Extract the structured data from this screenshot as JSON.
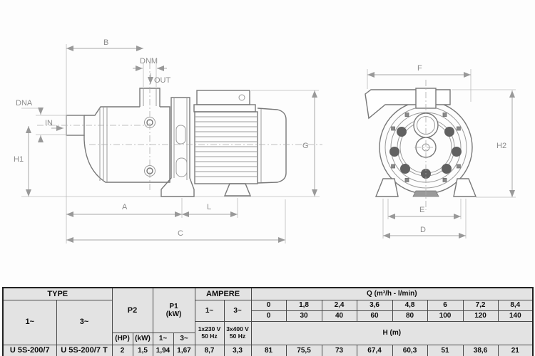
{
  "diagram": {
    "side_labels": {
      "b": "B",
      "dnm": "DNM",
      "out": "OUT",
      "dna": "DNA",
      "in": "IN",
      "h1": "H1",
      "a": "A",
      "l": "L",
      "c": "C",
      "g": "G"
    },
    "front_labels": {
      "f": "F",
      "h2": "H2",
      "e": "E",
      "d": "D"
    }
  },
  "table": {
    "type_header": "TYPE",
    "col_1ph": "1~",
    "col_3ph": "3~",
    "p2_label": "P2",
    "p2_hp": "(HP)",
    "p2_kw": "(kW)",
    "p1_label": "P1",
    "p1_unit": "(kW)",
    "p1_1": "1~",
    "p1_3": "3~",
    "ampere_label": "AMPERE",
    "amp_1": "1~",
    "amp_3": "3~",
    "amp_1_volt": "1x230 V",
    "amp_1_hz": "50 Hz",
    "amp_3_volt": "3x400 V",
    "amp_3_hz": "50 Hz",
    "q_label": "Q (m³/h - l/min)",
    "q_m3h": [
      "0",
      "1,8",
      "2,4",
      "3,6",
      "4,8",
      "6",
      "7,2",
      "8,4"
    ],
    "q_lmin": [
      "0",
      "30",
      "40",
      "60",
      "80",
      "100",
      "120",
      "140"
    ],
    "h_label": "H (m)",
    "row": {
      "type_1": "U 5S-200/7",
      "type_3": "U 5S-200/7 T",
      "p2_hp": "2",
      "p2_kw": "1,5",
      "p1_1": "1,94",
      "p1_3": "1,67",
      "amp_1": "8,7",
      "amp_3": "3,3",
      "h_values": [
        "81",
        "75,5",
        "73",
        "67,4",
        "60,3",
        "51",
        "38,6",
        "21"
      ]
    }
  }
}
